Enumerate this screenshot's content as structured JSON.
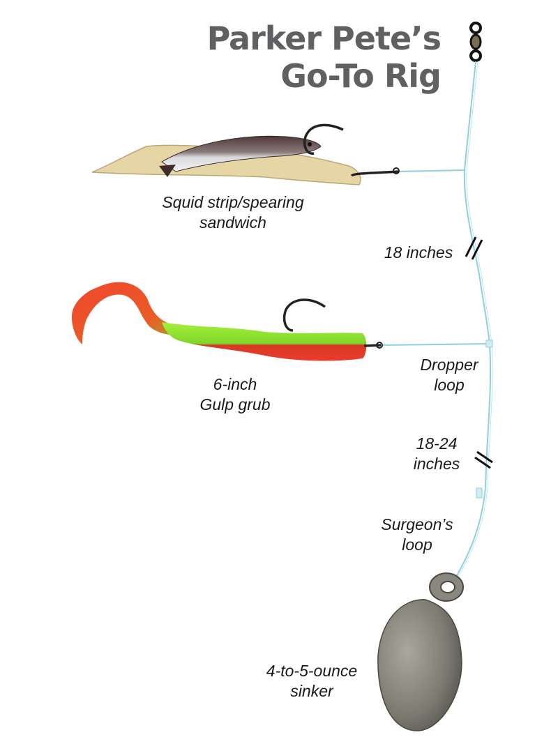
{
  "title": {
    "line1": "Parker Pete’s",
    "line2": "Go-To Rig"
  },
  "labels": {
    "squid": {
      "line1": "Squid strip/spearing",
      "line2": "sandwich"
    },
    "spacing_top": "18 inches",
    "dropper": {
      "line1": "Dropper",
      "line2": "loop"
    },
    "grub": {
      "line1": "6-inch",
      "line2": "Gulp grub"
    },
    "spacing_bottom": {
      "line1": "18-24",
      "line2": "inches"
    },
    "surgeon": {
      "line1": "Surgeon’s",
      "line2": "loop"
    },
    "sinker": {
      "line1": "4-to-5-ounce",
      "line2": "sinker"
    }
  },
  "colors": {
    "title": "#5f6062",
    "line": "#8fd0dc",
    "grub_green": "#8ee22a",
    "grub_red": "#e8332a",
    "squid": "#e6d6a6",
    "sinker": "#7d7a72"
  }
}
